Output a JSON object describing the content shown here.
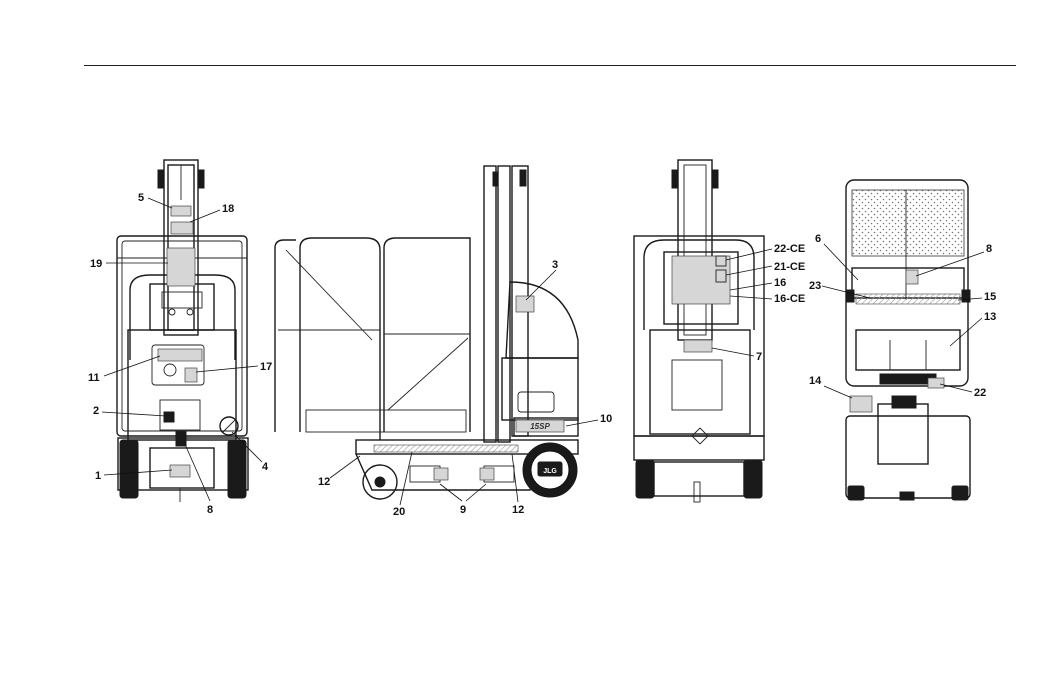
{
  "figure": {
    "callouts": {
      "front": [
        "5",
        "18",
        "19",
        "11",
        "17",
        "2",
        "4",
        "1",
        "8"
      ],
      "side": [
        "3",
        "10",
        "12",
        "20",
        "9",
        "12"
      ],
      "rear": [
        "22-CE",
        "21-CE",
        "16",
        "16-CE",
        "7"
      ],
      "top": [
        "6",
        "8",
        "23",
        "15",
        "13",
        "14",
        "22"
      ]
    },
    "side_view_decal_text": "JLG",
    "side_view_model_text": "15SP"
  },
  "colors": {
    "line": "#1a1a1a",
    "decal_fill": "#d6d6d6",
    "hatch": "#b5b5b5"
  }
}
